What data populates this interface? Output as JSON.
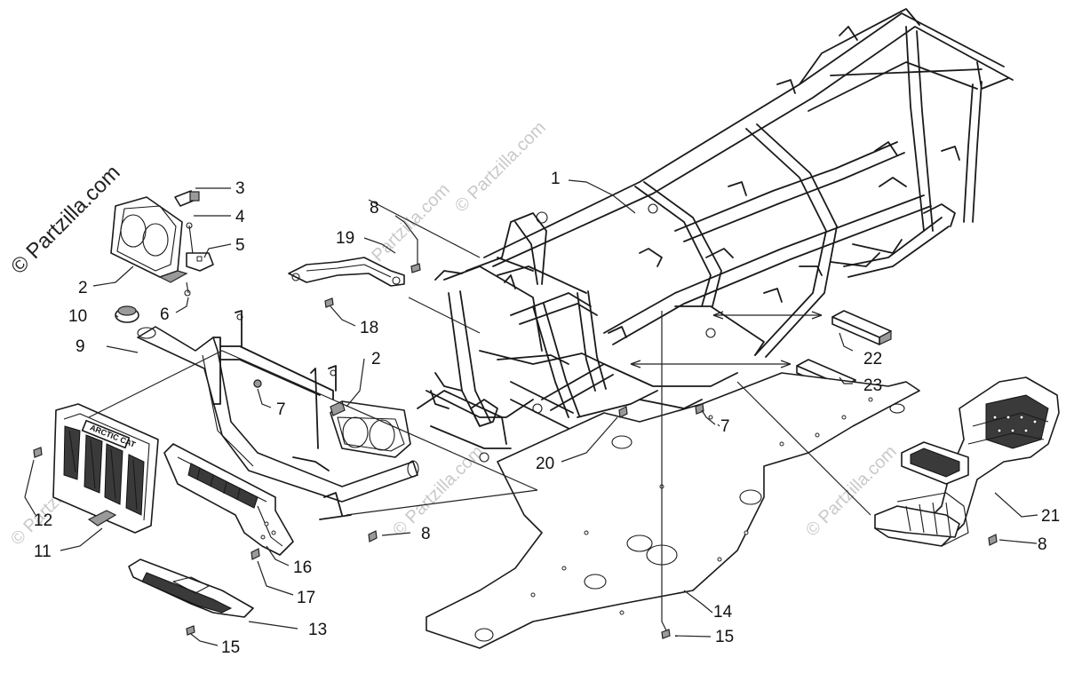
{
  "watermark": {
    "main": "© Partzilla.com",
    "faint": "© Partzilla.com"
  },
  "logo_text": "ARCTIC CAT",
  "callouts": {
    "c1": "1",
    "c2a": "2",
    "c2b": "2",
    "c3": "3",
    "c4": "4",
    "c5": "5",
    "c6": "6",
    "c7a": "7",
    "c7b": "7",
    "c8a": "8",
    "c8b": "8",
    "c8c": "8",
    "c9": "9",
    "c10": "10",
    "c11": "11",
    "c12": "12",
    "c13": "13",
    "c14": "14",
    "c15a": "15",
    "c15b": "15",
    "c16": "16",
    "c17": "17",
    "c18": "18",
    "c19": "19",
    "c20": "20",
    "c21": "21",
    "c22": "22",
    "c23": "23"
  }
}
